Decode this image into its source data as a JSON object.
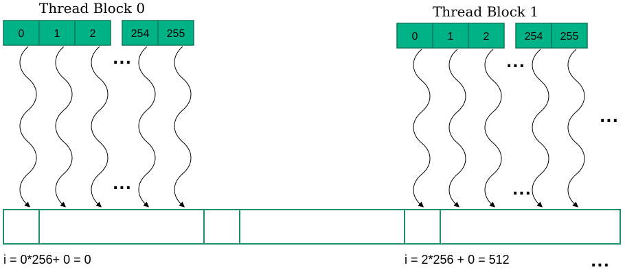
{
  "colors": {
    "cell_fill": "#00b386",
    "cell_stroke": "#0a7a5a",
    "array_stroke": "#1f8f6a",
    "arrow": "#000000"
  },
  "blocks": [
    {
      "title": "Thread Block 0",
      "threads": [
        "0",
        "1",
        "2",
        "254",
        "255"
      ],
      "ellipsis": "..."
    },
    {
      "title": "Thread Block 1",
      "threads": [
        "0",
        "1",
        "2",
        "254",
        "255"
      ],
      "ellipsis": "..."
    }
  ],
  "array": {
    "formulas": [
      "i = 0*256+ 0 = 0",
      "i = 2*256 + 0 = 512"
    ]
  },
  "ellipsis_text": "..."
}
